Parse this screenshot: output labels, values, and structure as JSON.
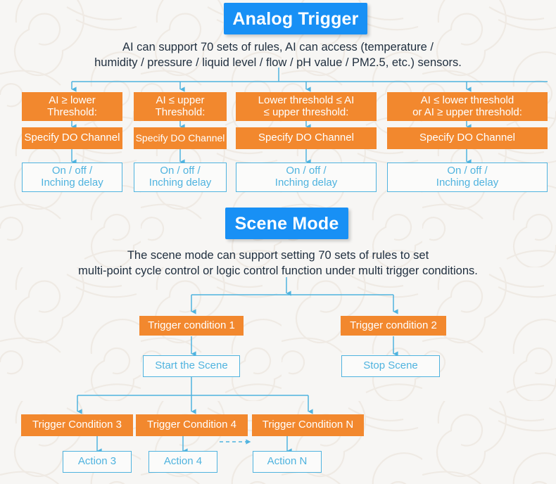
{
  "theme": {
    "orange": "#f2882e",
    "blue_header": "#1890f5",
    "line_blue": "#4fb3df",
    "text_dark": "#213040",
    "background": "#f7f6f4"
  },
  "sections": [
    {
      "id": "analog-trigger",
      "header": "Analog Trigger",
      "caption": "AI can support 70 sets of rules, AI can access (temperature /\nhumidity / pressure / liquid level / flow / pH value / PM2.5, etc.) sensors.",
      "branches": [
        {
          "condition": "AI ≥ lower\nThreshold:",
          "channel": "Specify DO Channel",
          "action": "On / off /\nInching delay"
        },
        {
          "condition": "AI ≤ upper\nThreshold:",
          "channel": "Specify DO Channel",
          "action": "On / off /\nInching delay"
        },
        {
          "condition": "Lower threshold ≤ AI\n≤ upper threshold:",
          "channel": "Specify DO Channel",
          "action": "On / off /\nInching delay"
        },
        {
          "condition": "AI ≤ lower threshold\nor AI ≥ upper threshold:",
          "channel": "Specify DO Channel",
          "action": "On / off /\nInching delay"
        }
      ]
    },
    {
      "id": "scene-mode",
      "header": "Scene Mode",
      "caption": "The scene mode can support setting 70 sets of rules to set\nmulti-point cycle control or logic control function under multi trigger conditions.",
      "trigger_1": "Trigger condition 1",
      "trigger_2": "Trigger condition 2",
      "start_scene": "Start the Scene",
      "stop_scene": "Stop Scene",
      "sub_triggers": [
        "Trigger Condition 3",
        "Trigger Condition 4",
        "Trigger Condition N"
      ],
      "actions": [
        "Action 3",
        "Action 4",
        "Action N"
      ]
    }
  ]
}
